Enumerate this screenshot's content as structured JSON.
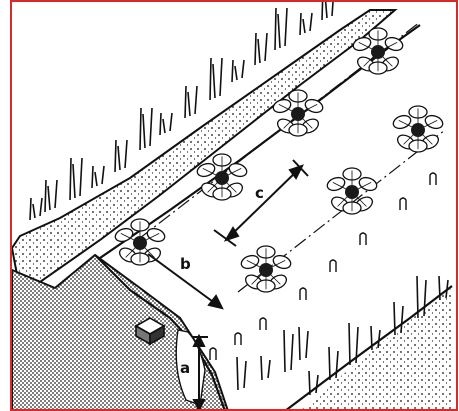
{
  "diagram": {
    "frame_color": "#d62b2b",
    "ink_color": "#111111",
    "labels": {
      "a": "a",
      "b": "b",
      "c": "c"
    },
    "icons": [
      "strawberry-plant-icon",
      "stake-icon",
      "soil-ridge",
      "water-channel"
    ]
  }
}
